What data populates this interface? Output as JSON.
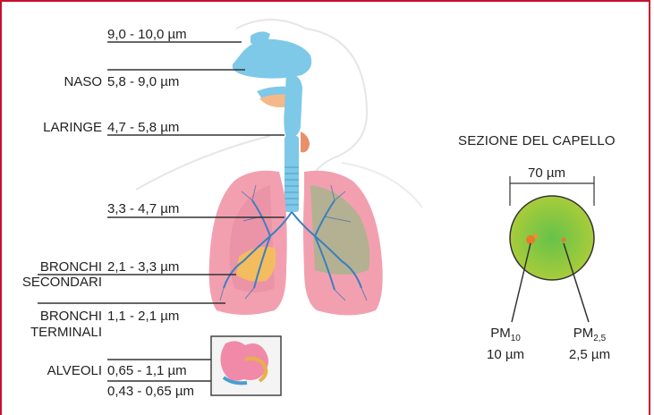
{
  "ranges": [
    "9,0 - 10,0 µm",
    "5,8 - 9,0 µm",
    "4,7 - 5,8 µm",
    "3,3 - 4,7 µm",
    "2,1 - 3,3 µm",
    "1,1 - 2,1 µm",
    "0,65 - 1,1 µm",
    "0,43 - 0,65 µm"
  ],
  "organs": {
    "naso": "NASO",
    "laringe": "LARINGE",
    "bronchi_secondari_1": "BRONCHI",
    "bronchi_secondari_2": "SECONDARI",
    "bronchi_terminali_1": "BRONCHI",
    "bronchi_terminali_2": "TERMINALI",
    "alveoli": "ALVEOLI"
  },
  "hair": {
    "title": "SEZIONE DEL CAPELLO",
    "diameter": "70 µm",
    "pm10_label": "PM",
    "pm10_sub": "10",
    "pm10_size": "10 µm",
    "pm25_label": "PM",
    "pm25_sub": "2,5",
    "pm25_size": "2,5 µm"
  },
  "colors": {
    "frame": "#c8102e",
    "airway": "#7ec8e8",
    "lung": "#f2a0b0",
    "hair": "#8cc63f"
  }
}
